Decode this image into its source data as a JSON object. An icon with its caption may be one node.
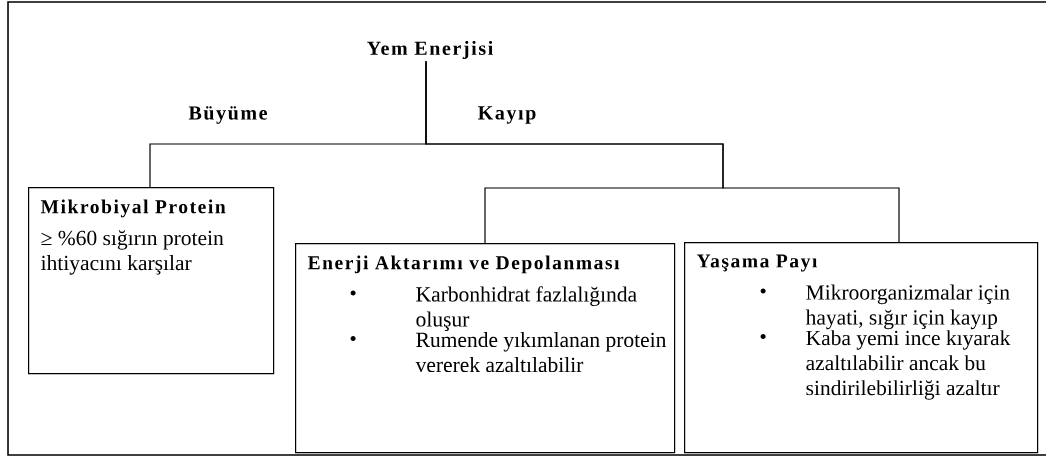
{
  "diagram": {
    "nodes": [
      {
        "text": [
          "Yem Enerjisi"
        ]
      },
      {
        "text": [
          "Mikrobiyal Protein",
          "≥ %60 sığırın protein ihtiyacını karşılar"
        ]
      },
      {
        "text": [
          "Enerji Aktarımı ve Depolanması",
          "Karbonhidrat fazlalığında oluşur",
          "Rumende yıkımlanan protein vererek azaltılabilir"
        ]
      },
      {
        "text": [
          "Yaşama Payı",
          "Mikroorganizmalar için hayati, sığır için kayıp",
          "Kaba yemi ince kıyarak azaltılabilir ancak bu sindirilebilirliği azaltır"
        ]
      }
    ],
    "edges": [
      {
        "from": 0,
        "to": 1,
        "arrow": "none"
      },
      {
        "from": 0,
        "to": 2,
        "arrow": "none"
      },
      {
        "from": 0,
        "to": 3,
        "arrow": "none"
      }
    ],
    "labels": [
      "Büyüme",
      "Kayıp"
    ]
  }
}
